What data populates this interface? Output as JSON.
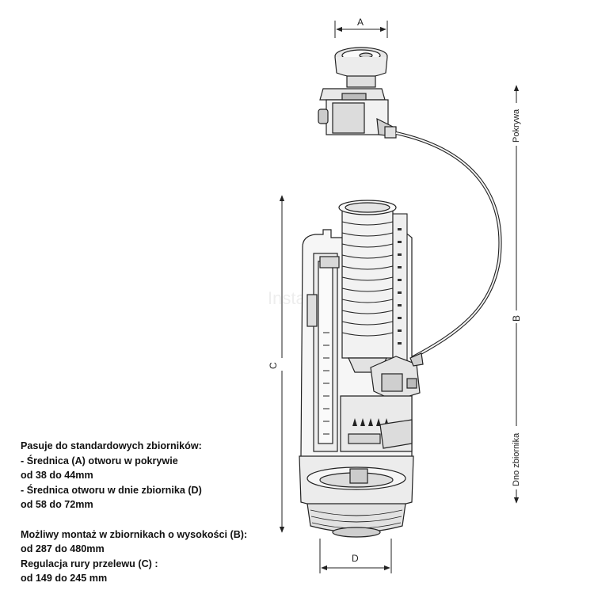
{
  "dimensions": {
    "a_label": "A",
    "b_label": "B",
    "c_label": "C",
    "d_label": "D"
  },
  "side_labels": {
    "top": "Pokrywa",
    "bottom": "Dno zbiornika"
  },
  "watermark": "Insta",
  "spec": {
    "group1": [
      "Pasuje do standardowych zbiorników:",
      "- Średnica (A) otworu w pokrywie",
      "od 38 do 44mm",
      "- Średnica otworu w dnie zbiornika (D)",
      "od 58 do 72mm"
    ],
    "group2": [
      "Możliwy montaż w zbiornikach o wysokości (B):",
      "od 287 do 480mm",
      "Regulacja rury przelewu (C) :",
      "od 149 do 245 mm"
    ]
  },
  "colors": {
    "line": "#222222",
    "body_fill": "#f4f4f4",
    "shade": "#d9d9d9",
    "dark": "#555555"
  }
}
